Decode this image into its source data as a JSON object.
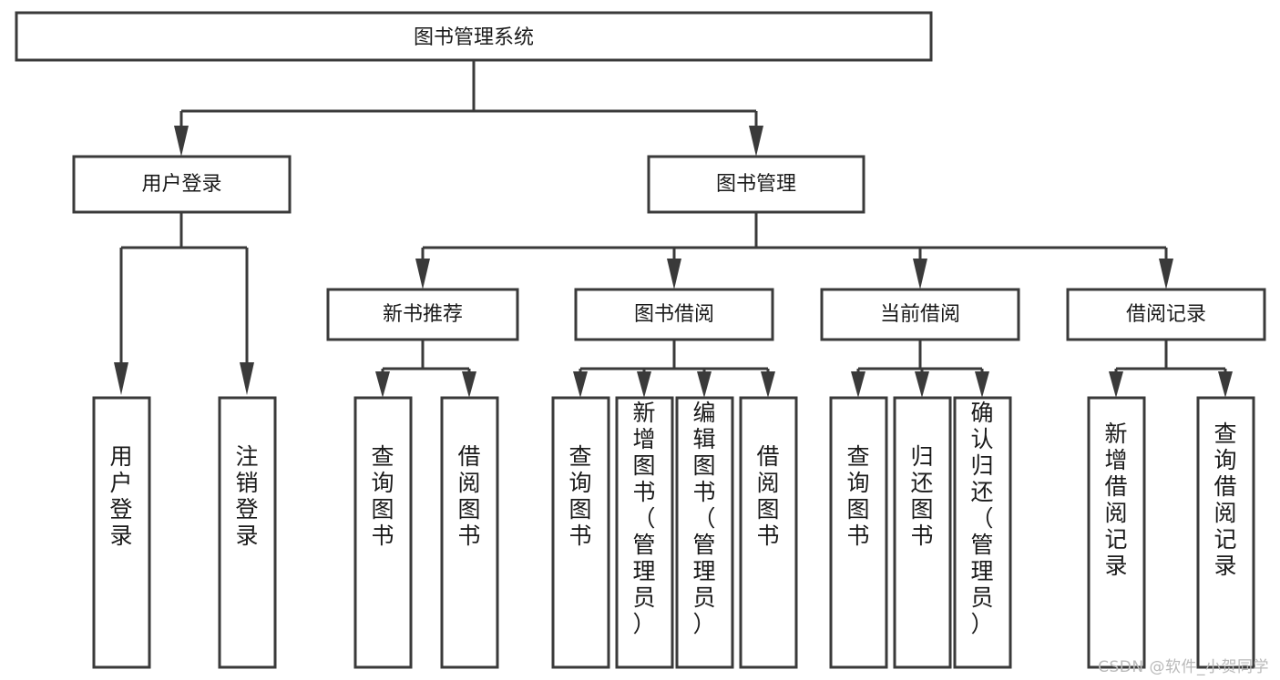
{
  "diagram": {
    "title": "图书管理系统",
    "type": "hierarchy-tree",
    "watermark": "CSDN @软件_小贺同学",
    "colors": {
      "stroke": "#3a3a3a",
      "fill": "#ffffff",
      "text": "#1a1a1a",
      "watermark": "#b9b9b9"
    },
    "nodes": {
      "root": {
        "label": "图书管理系统",
        "level": 0,
        "orientation": "horizontal"
      },
      "l1_user_login": {
        "label": "用户登录",
        "level": 1,
        "orientation": "horizontal"
      },
      "l1_book_manage": {
        "label": "图书管理",
        "level": 1,
        "orientation": "horizontal"
      },
      "l2_new_book": {
        "label": "新书推荐",
        "level": 2,
        "orientation": "horizontal"
      },
      "l2_borrow": {
        "label": "图书借阅",
        "level": 2,
        "orientation": "horizontal"
      },
      "l2_current": {
        "label": "当前借阅",
        "level": 2,
        "orientation": "horizontal"
      },
      "l2_record": {
        "label": "借阅记录",
        "level": 2,
        "orientation": "horizontal"
      },
      "leaf_user_login": {
        "label": "用户登录",
        "level": 3,
        "orientation": "vertical"
      },
      "leaf_user_logout": {
        "label": "注销登录",
        "level": 3,
        "orientation": "vertical"
      },
      "leaf_nb_query": {
        "label": "查询图书",
        "level": 3,
        "orientation": "vertical"
      },
      "leaf_nb_borrow": {
        "label": "借阅图书",
        "level": 3,
        "orientation": "vertical"
      },
      "leaf_bk_query": {
        "label": "查询图书",
        "level": 3,
        "orientation": "vertical"
      },
      "leaf_bk_add": {
        "label": "新增图书（管理员）",
        "level": 3,
        "orientation": "vertical"
      },
      "leaf_bk_edit": {
        "label": "编辑图书（管理员）",
        "level": 3,
        "orientation": "vertical"
      },
      "leaf_bk_borrow": {
        "label": "借阅图书",
        "level": 3,
        "orientation": "vertical"
      },
      "leaf_cur_query": {
        "label": "查询图书",
        "level": 3,
        "orientation": "vertical"
      },
      "leaf_cur_return": {
        "label": "归还图书",
        "level": 3,
        "orientation": "vertical"
      },
      "leaf_cur_confirm": {
        "label": "确认归还（管理员）",
        "level": 3,
        "orientation": "vertical"
      },
      "leaf_rec_add": {
        "label": "新增借阅记录",
        "level": 3,
        "orientation": "vertical"
      },
      "leaf_rec_query": {
        "label": "查询借阅记录",
        "level": 3,
        "orientation": "vertical"
      }
    },
    "edges": [
      {
        "from": "root",
        "to": "l1_user_login"
      },
      {
        "from": "root",
        "to": "l1_book_manage"
      },
      {
        "from": "l1_user_login",
        "to": "leaf_user_login"
      },
      {
        "from": "l1_user_login",
        "to": "leaf_user_logout"
      },
      {
        "from": "l1_book_manage",
        "to": "l2_new_book"
      },
      {
        "from": "l1_book_manage",
        "to": "l2_borrow"
      },
      {
        "from": "l1_book_manage",
        "to": "l2_current"
      },
      {
        "from": "l1_book_manage",
        "to": "l2_record"
      },
      {
        "from": "l2_new_book",
        "to": "leaf_nb_query"
      },
      {
        "from": "l2_new_book",
        "to": "leaf_nb_borrow"
      },
      {
        "from": "l2_borrow",
        "to": "leaf_bk_query"
      },
      {
        "from": "l2_borrow",
        "to": "leaf_bk_add"
      },
      {
        "from": "l2_borrow",
        "to": "leaf_bk_edit"
      },
      {
        "from": "l2_borrow",
        "to": "leaf_bk_borrow"
      },
      {
        "from": "l2_current",
        "to": "leaf_cur_query"
      },
      {
        "from": "l2_current",
        "to": "leaf_cur_return"
      },
      {
        "from": "l2_current",
        "to": "leaf_cur_confirm"
      },
      {
        "from": "l2_record",
        "to": "leaf_rec_add"
      },
      {
        "from": "l2_record",
        "to": "leaf_rec_query"
      }
    ]
  }
}
